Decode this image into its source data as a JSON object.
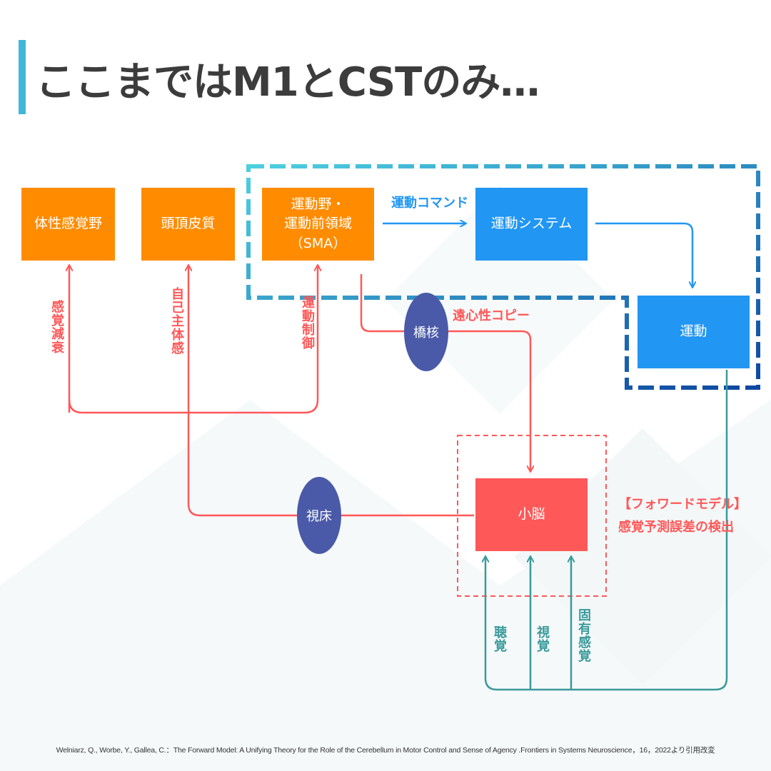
{
  "title": "ここまではM1とCSTのみ…",
  "colors": {
    "accent_bar": "#3fb8d8",
    "orange": "#ff8c00",
    "blue": "#2196f3",
    "red": "#ff5858",
    "circle": "#4a5aa8",
    "teal": "#3a9a9a"
  },
  "nodes": {
    "somatosensory": "体性感覚野",
    "parietal": "頭頂皮質",
    "sma_line1": "運動野・",
    "sma_line2": "運動前領域（SMA）",
    "motor_system": "運動システム",
    "movement": "運動",
    "pons": "橋核",
    "thalamus": "視床",
    "cerebellum": "小脳"
  },
  "labels": {
    "motor_command": "運動コマンド",
    "efference_copy": "遠心性コピー",
    "sensory_attenuation": "感覚減衰",
    "sense_of_agency": "自己主体感",
    "motor_control": "運動制御",
    "forward_model_line1": "【フォワードモデル】",
    "forward_model_line2": "感覚予測誤差の検出",
    "hearing": "聴覚",
    "vision": "視覚",
    "proprioception": "固有感覚"
  },
  "citation": "Welniarz, Q., Worbe, Y., Gallea, C.：The Forward Model: A Unifying Theory for the Role of the Cerebellum in Motor Control and Sense of Agency .Frontiers in Systems Neuroscience，16，2022より引用改変"
}
